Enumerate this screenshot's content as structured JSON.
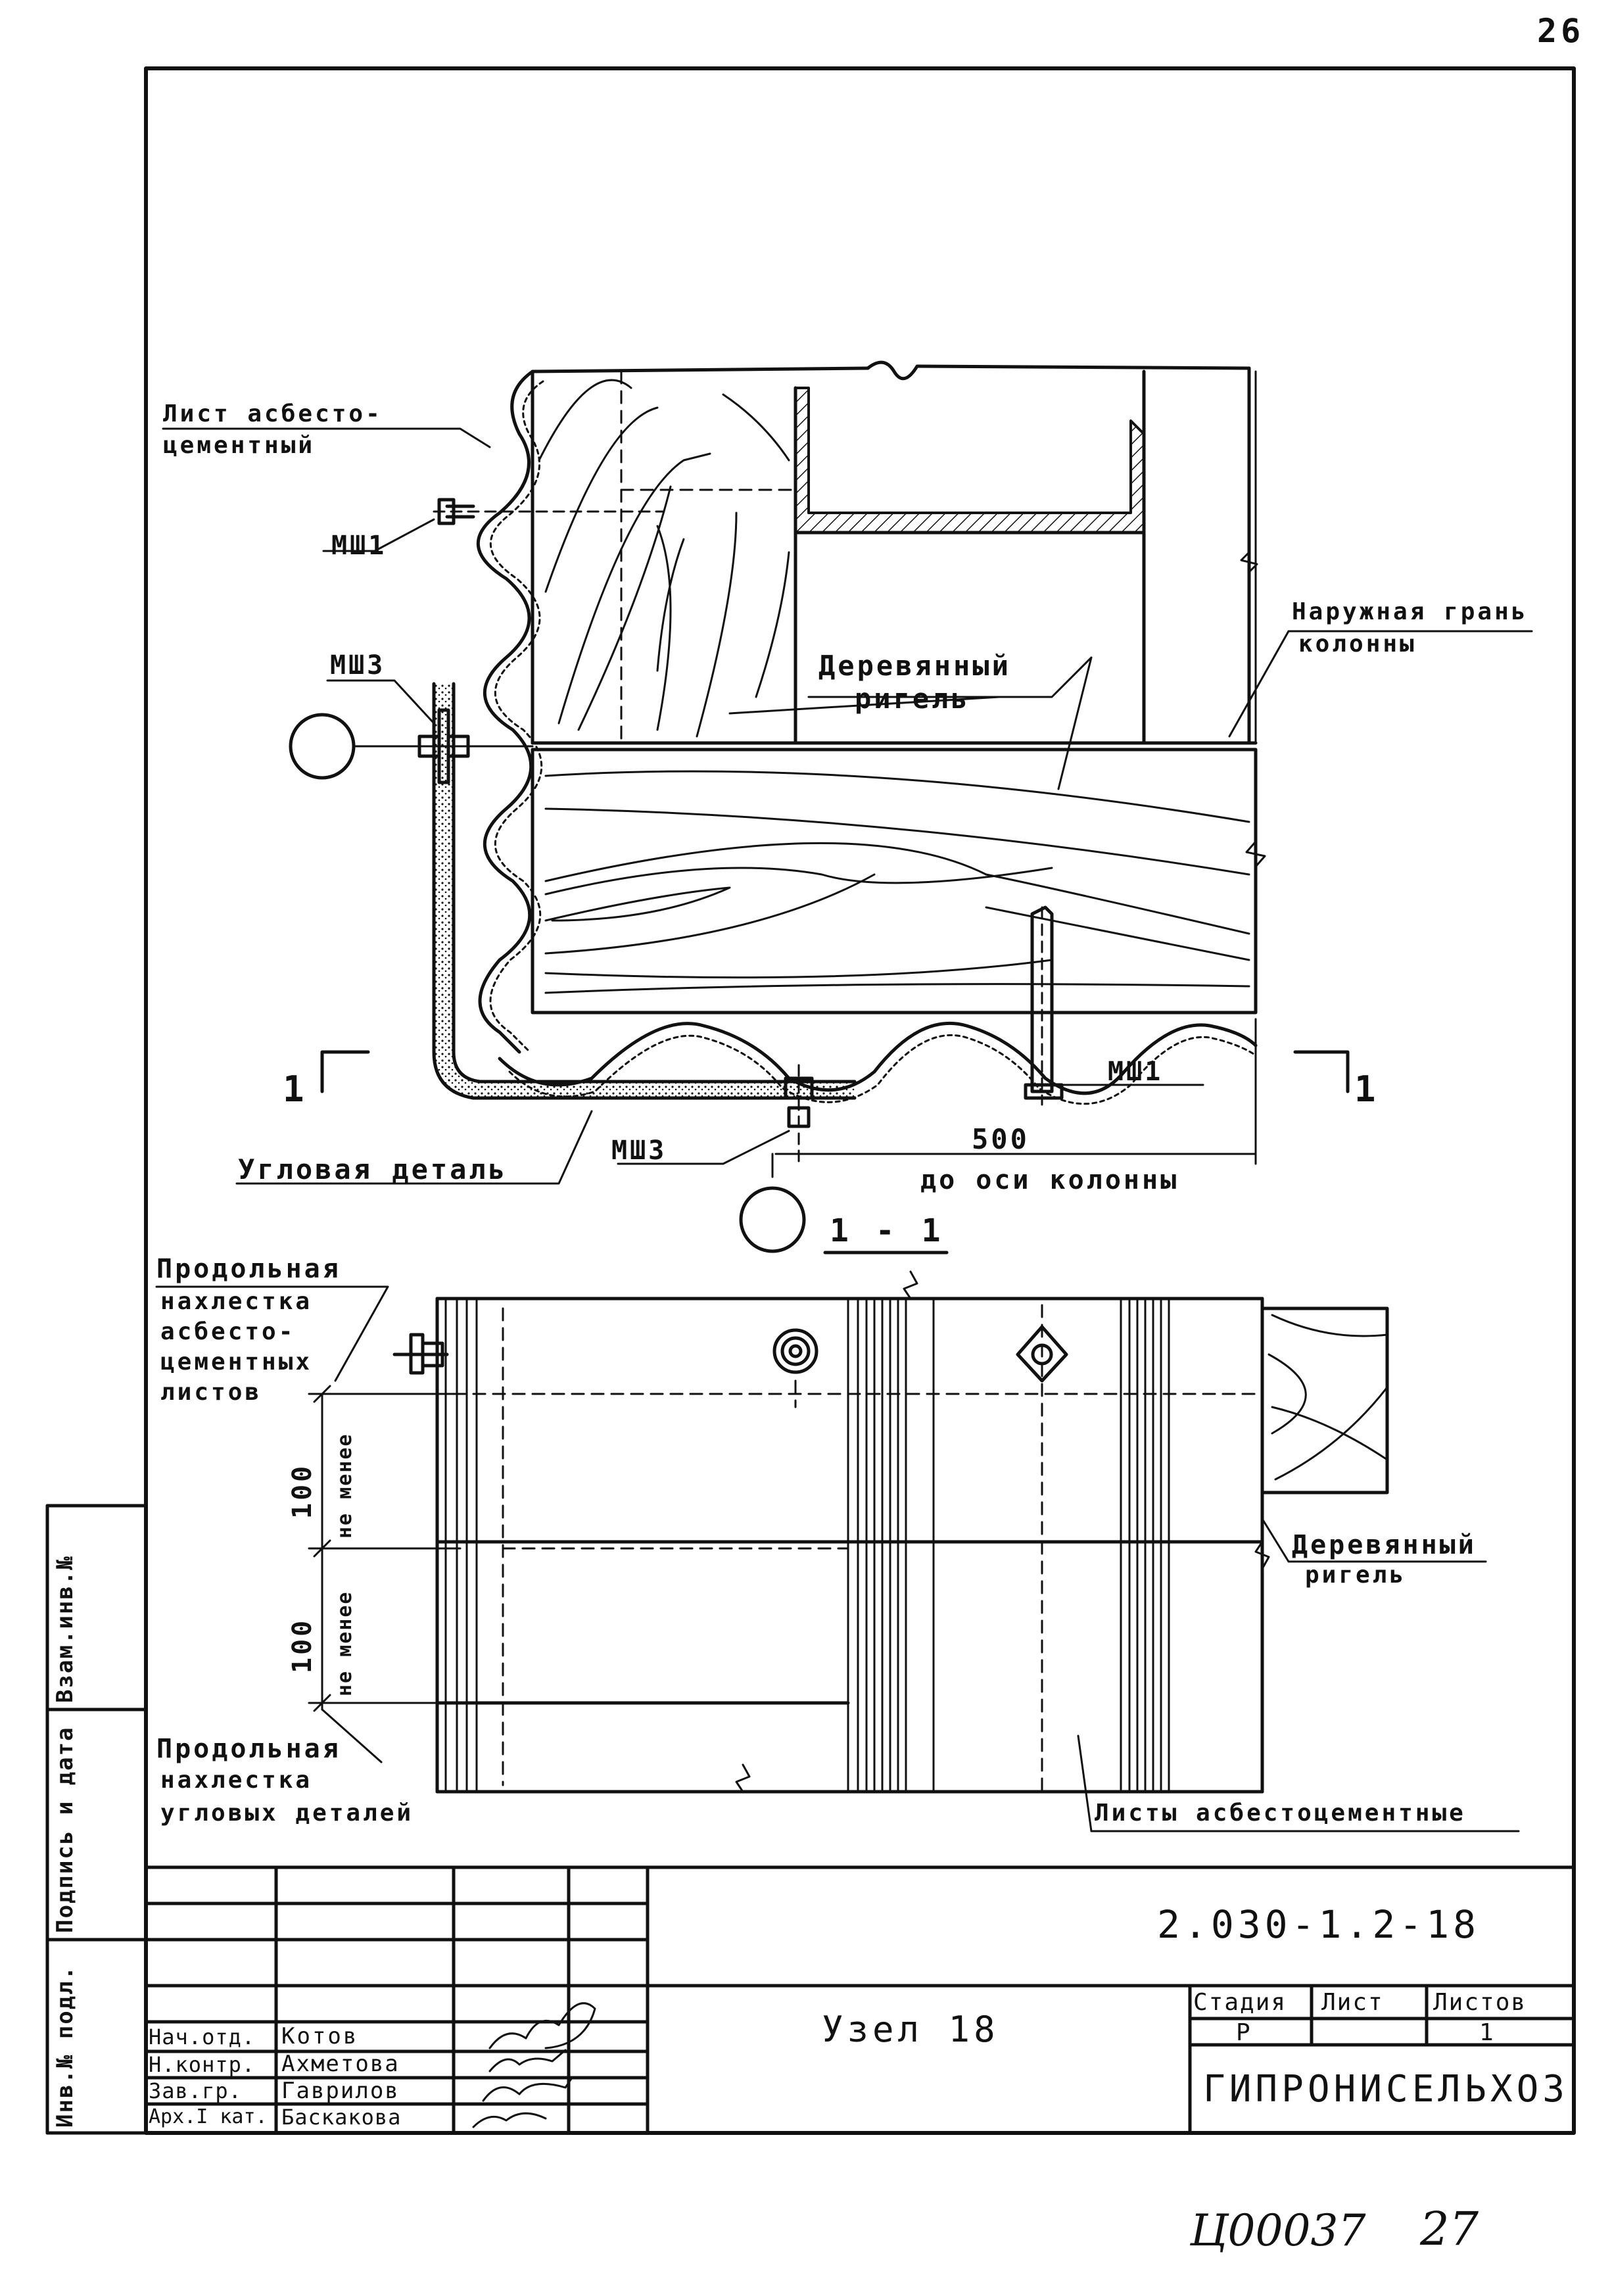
{
  "sheet": {
    "page_number": "26",
    "bottom_code": "Ц00037",
    "bottom_page": "27"
  },
  "plan": {
    "sheet_label": "Лист асбесто-",
    "sheet_label2": "цементный",
    "msh1_top": "МШ1",
    "msh3_left": "МШ3",
    "timber_label": "Деревянный",
    "timber_label2": "ригель",
    "face_label": "Наружная грань",
    "face_label2": "колонны",
    "section_mark_left": "1",
    "section_mark_right": "1",
    "msh1_bottom": "МШ1",
    "msh3_bottom": "МШ3",
    "dim_500": "500",
    "axis_label": "до оси колонны",
    "corner_label": "Угловая деталь"
  },
  "section": {
    "title": "1 - 1",
    "overlap_sheets": [
      "Продольная",
      "нахлестка",
      "асбесто-",
      "цементных",
      "листов"
    ],
    "dim1": "100",
    "dim1_note": "не менее",
    "dim2": "100",
    "dim2_note": "не менее",
    "overlap_corner": [
      "Продольная",
      "нахлестка",
      "угловых деталей"
    ],
    "timber_label": "Деревянный",
    "timber_label2": "ригель",
    "sheets_label": "Листы асбестоцементные"
  },
  "margin": {
    "vzam": "Взам.инв.№",
    "podpis": "Подпись и дата",
    "inv": "Инв.№ подл."
  },
  "title_block": {
    "doc_code": "2.030-1.2-18",
    "name": "Узел 18",
    "headers": [
      "Стадия",
      "Лист",
      "Листов"
    ],
    "stage": "Р",
    "sheet_count": "1",
    "org": "ГИПРОНИСЕЛЬХОЗ",
    "roles": [
      {
        "role": "Нач.отд.",
        "person": "Котов"
      },
      {
        "role": "Н.контр.",
        "person": "Ахметова"
      },
      {
        "role": "Зав.гр.",
        "person": "Гаврилов"
      },
      {
        "role": "Арх.I кат.",
        "person": "Баскакова"
      }
    ]
  }
}
